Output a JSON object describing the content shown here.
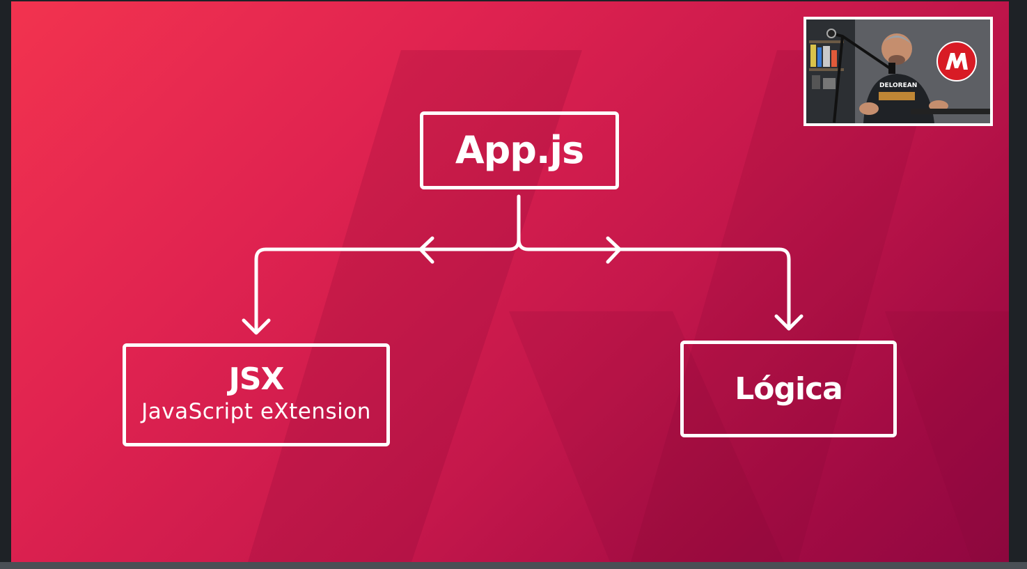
{
  "diagram": {
    "root": {
      "label": "App.js"
    },
    "left": {
      "label": "JSX",
      "subtitle": "JavaScript eXtension"
    },
    "right": {
      "label": "Lógica"
    }
  },
  "webcam": {
    "shirt_text": "DELOREAN",
    "logo_icon": "brand-logo-icon"
  },
  "colors": {
    "background_start": "#f2334f",
    "background_end": "#8f0740",
    "stroke": "#ffffff"
  }
}
